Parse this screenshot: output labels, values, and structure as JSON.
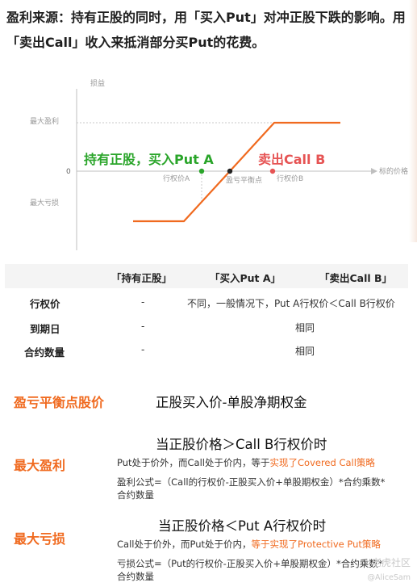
{
  "intro": {
    "lead": "盈利来源：",
    "text1": "持有正股的同时，用「买入Put」对冲正股下跌的影响。用「卖出Call」收入来抵消部分买Put的花费。"
  },
  "chart_data": {
    "type": "line",
    "title": "",
    "ylabel": "损益",
    "xlabel": "标的价格",
    "zero_label": "0",
    "y_levels": {
      "max_profit": "最大盈利",
      "max_loss": "最大亏损"
    },
    "x_points": {
      "strike_a": "行权价A",
      "breakeven": "盈亏平衡点",
      "strike_b": "行权价B"
    },
    "annotations": {
      "put_a": "持有正股，买入Put A",
      "call_b": "卖出Call B"
    },
    "series": [
      {
        "x": [
          0,
          1,
          2,
          3,
          4
        ],
        "y": [
          -1,
          -1,
          0,
          1,
          1
        ]
      }
    ],
    "colors": {
      "payoff": "#f06a1f",
      "put_a": "#2aa52a",
      "call_b": "#e65454",
      "breakeven": "#222222"
    }
  },
  "table": {
    "headers": [
      "「持有正股」",
      "「买入Put A」",
      "「卖出Call B」"
    ],
    "rows": [
      {
        "label": "行权价",
        "stock": "-",
        "options": "不同，一般情况下，Put A行权价＜Call B行权价"
      },
      {
        "label": "到期日",
        "stock": "-",
        "options": "相同"
      },
      {
        "label": "合约数量",
        "stock": "-",
        "options": "相同"
      }
    ]
  },
  "breakeven": {
    "title": "盈亏平衡点股价",
    "formula": "正股买入价-单股净期权金"
  },
  "max_profit": {
    "title": "最大盈利",
    "condition": "当正股价格＞Call B行权价时",
    "desc_prefix": "Put处于价外，而Call处于价内，等于",
    "desc_highlight": "实现了Covered Call策略",
    "formula_line1": "盈利公式=（Call的行权价-正股买入价+单股期权金）*合约乘数*",
    "formula_line2": "合约数量"
  },
  "max_loss": {
    "title": "最大亏损",
    "condition": "当正股价格＜Put A行权价时",
    "desc_prefix": "Call处于价外，而Put处于价内，",
    "desc_highlight": "等于实现了Protective Put策略",
    "formula_line1": "亏损公式=（Put的行权价-正股买入价+单股期权金）*合约乘数*",
    "formula_line2": "合约数量"
  },
  "watermark": {
    "text": "老虎社区",
    "handle": "@AliceSam"
  }
}
